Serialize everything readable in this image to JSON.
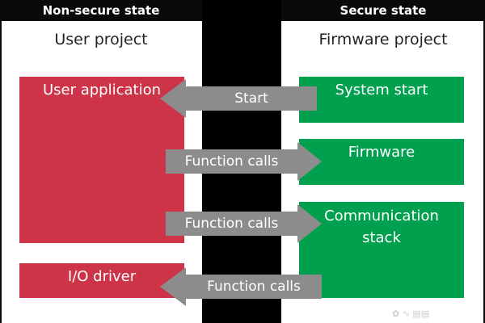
{
  "headers": {
    "non_secure": "Non-secure state",
    "secure": "Secure state"
  },
  "left_panel": {
    "title": "User project"
  },
  "right_panel": {
    "title": "Firmware project"
  },
  "boxes": {
    "user_application": "User application",
    "io_driver": "I/O driver",
    "system_start": "System start",
    "firmware": "Firmware",
    "communication_stack_line1": "Communication",
    "communication_stack_line2": "stack"
  },
  "arrows": {
    "start": "Start",
    "function_calls_1": "Function calls",
    "function_calls_2": "Function calls",
    "function_calls_3": "Function calls"
  },
  "colors": {
    "non_secure_box": "#cd3448",
    "secure_box": "#00a04f",
    "arrow": "#8c8c8c",
    "header": "#0a0a0a"
  }
}
